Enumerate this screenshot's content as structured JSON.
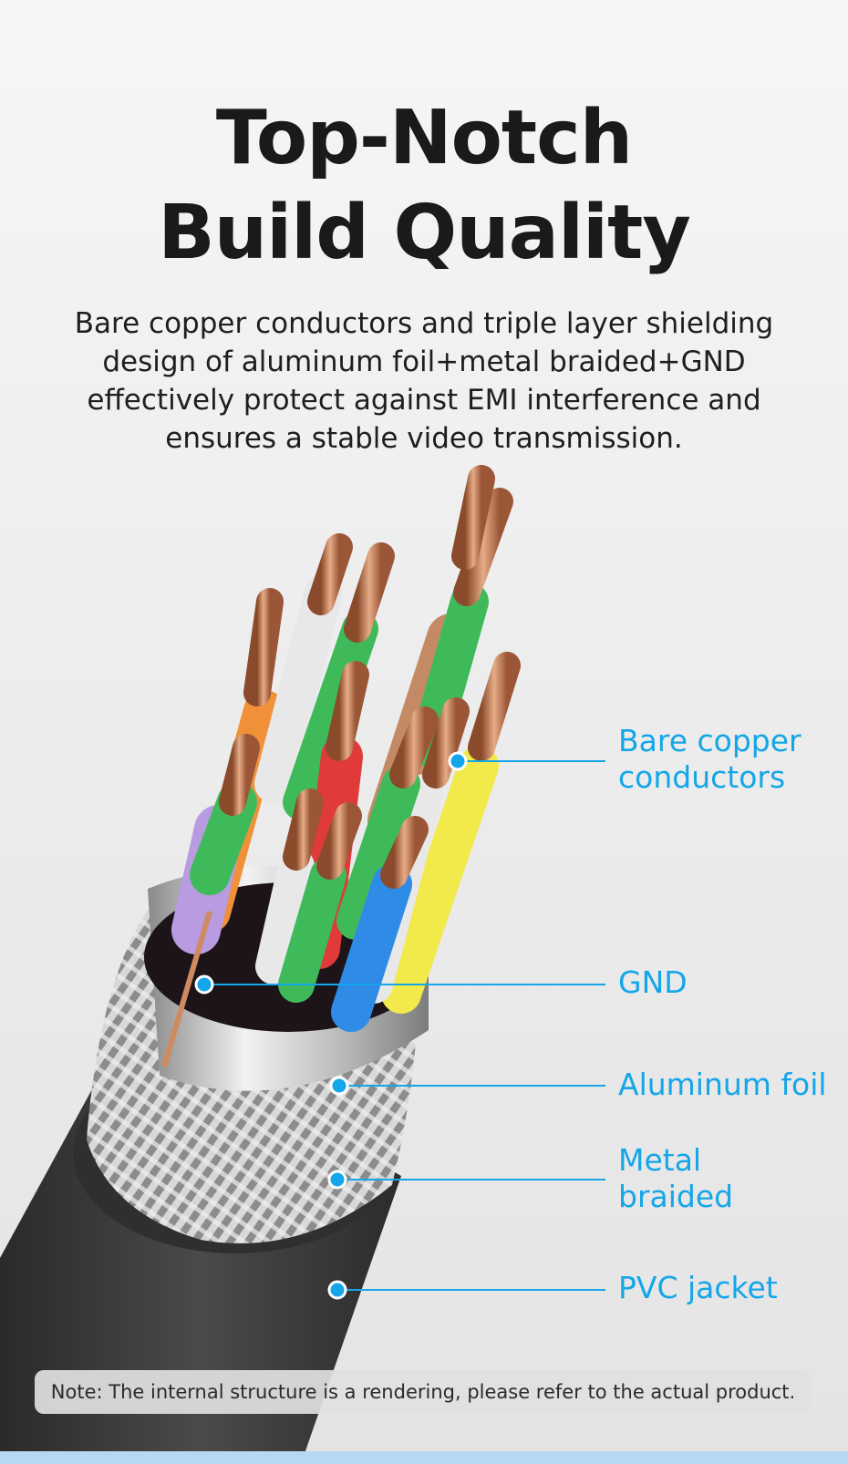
{
  "heading": {
    "line1": "Top-Notch",
    "line2": "Build Quality"
  },
  "description": {
    "line1": "Bare copper conductors and triple layer shielding",
    "line2": "design of aluminum foil+metal braided+GND",
    "line3": "effectively protect against EMI interference and",
    "line4": "ensures a stable video transmission."
  },
  "callouts": {
    "bare_copper_line1": "Bare copper",
    "bare_copper_line2": "conductors",
    "gnd": "GND",
    "aluminum_foil": "Aluminum foil",
    "metal_braided_line1": "Metal",
    "metal_braided_line2": "braided",
    "pvc_jacket": "PVC jacket"
  },
  "note": "Note: The internal structure is a rendering, please refer to the actual product.",
  "colors": {
    "accent": "#14a6e8",
    "heading": "#1a1a1a",
    "jacket": "#3a3a3a"
  }
}
